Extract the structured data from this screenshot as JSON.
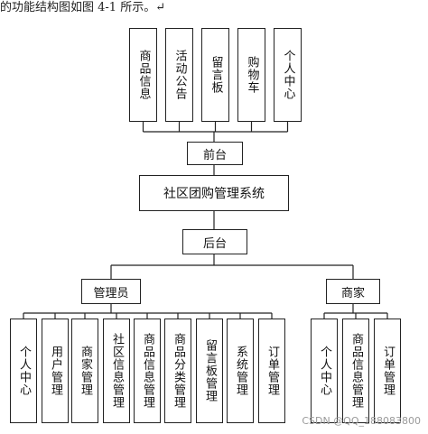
{
  "caption": "的功能结构图如图 4-1 所示。↵",
  "front_modules": [
    "商品信息",
    "活动公告",
    "留言板",
    "购物车",
    "个人中心"
  ],
  "front_label": "前台",
  "system_title": "社区团购管理系统",
  "back_label": "后台",
  "admin_label": "管理员",
  "merchant_label": "商家",
  "admin_modules": [
    "个人中心",
    "用户管理",
    "商家管理",
    "社区信息管理",
    "商品信息管理",
    "商品分类管理",
    "留言板管理",
    "系统管理",
    "订单管理"
  ],
  "merchant_modules": [
    "个人中心",
    "商品信息管理",
    "订单管理"
  ],
  "watermark": "CSDN @QQ_188083800"
}
